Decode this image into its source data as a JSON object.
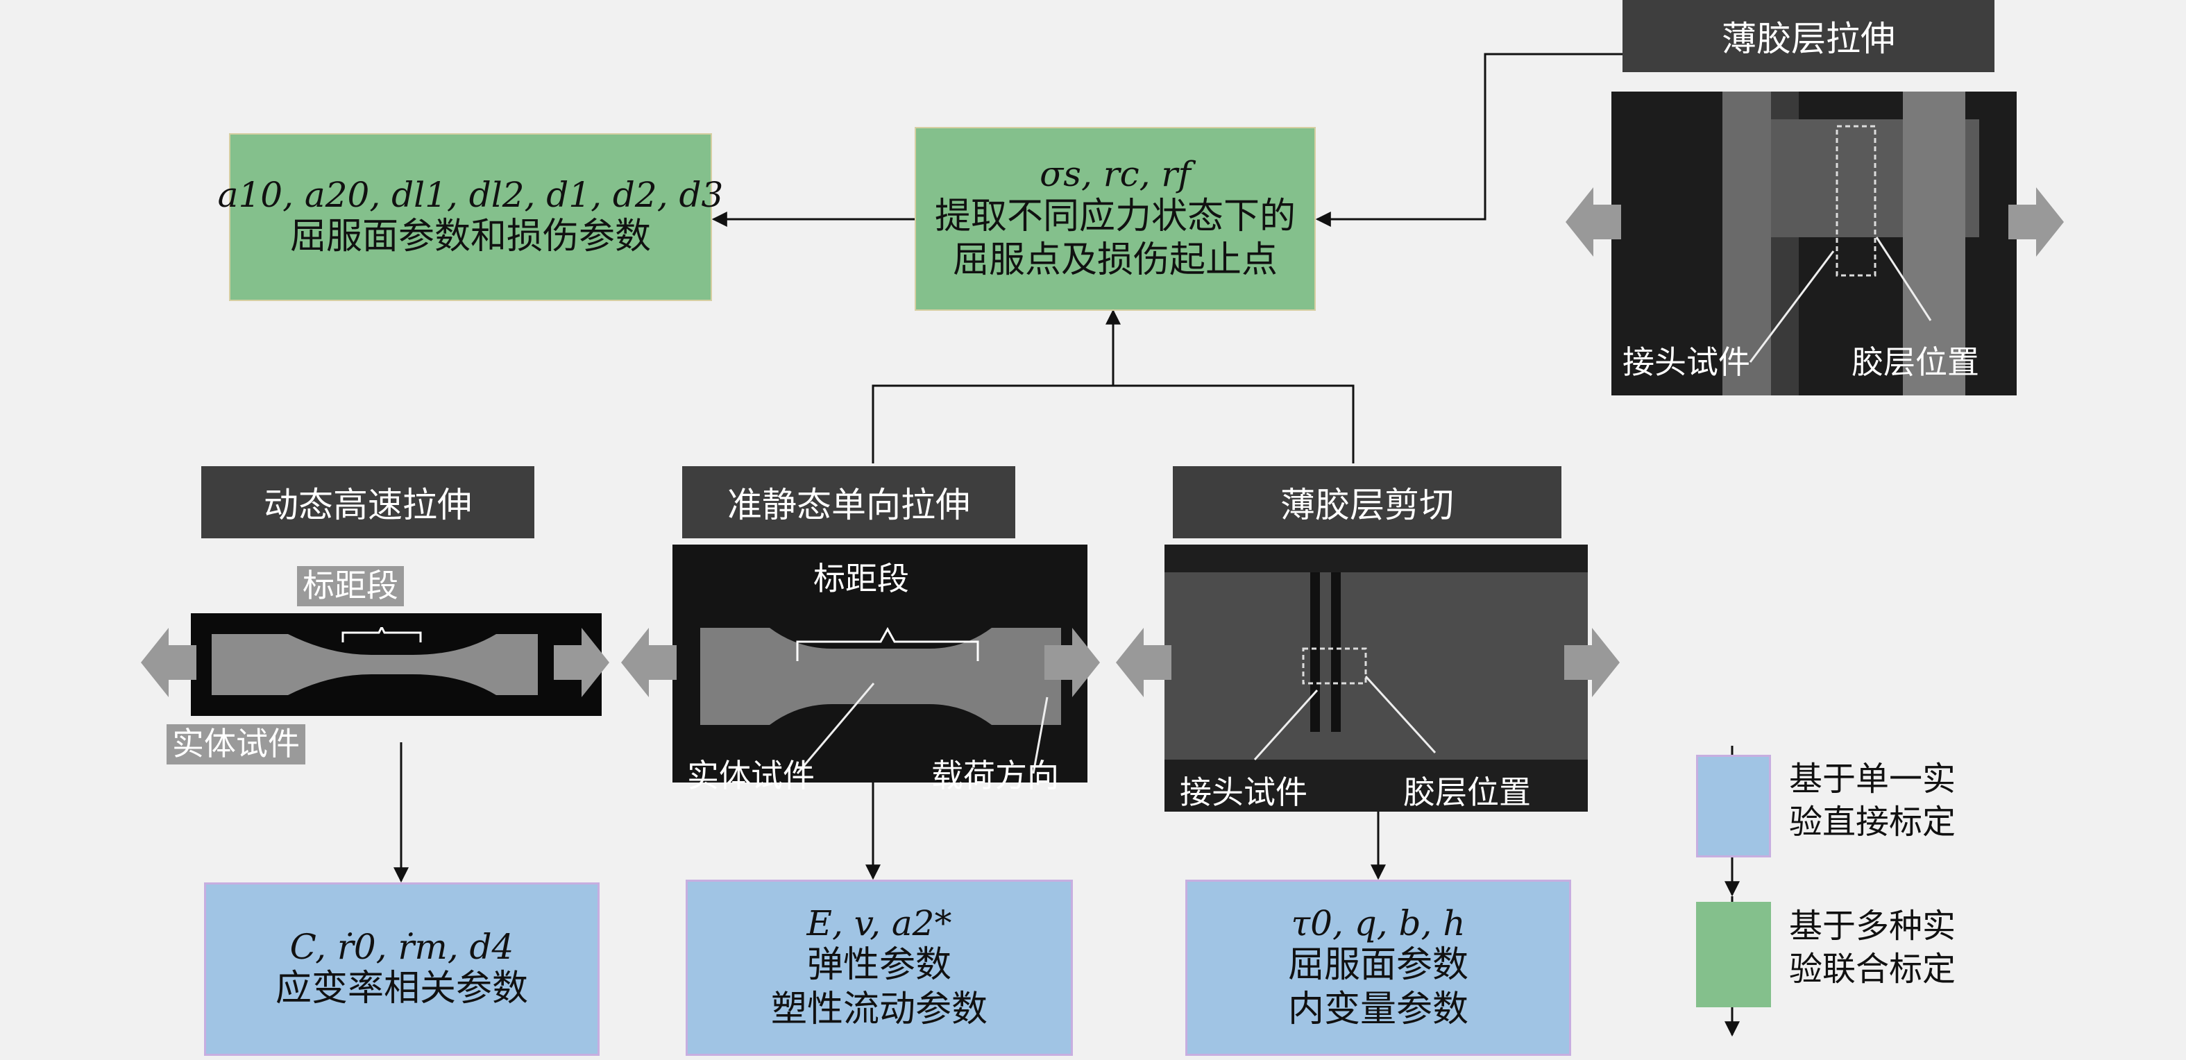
{
  "nodes": {
    "yield_damage_result": {
      "formula": "a10, a20, dl1, dl2, d1, d2, d3",
      "text": "屈服面参数和损伤参数"
    },
    "extract": {
      "formula": "σs, rc, rf",
      "text1": "提取不同应力状态下的",
      "text2": "屈服点及损伤起止点"
    },
    "strain_rate_params": {
      "formula": "C, ṙ0, ṙm, d4",
      "text": "应变率相关参数"
    },
    "elastic_plastic_params": {
      "formula": "E, v, a2*",
      "text1": "弹性参数",
      "text2": "塑性流动参数"
    },
    "shear_params": {
      "formula": "τ0, q, b, h",
      "text1": "屈服面参数",
      "text2": "内变量参数"
    }
  },
  "experiments": {
    "thin_tension": {
      "title": "薄胶层拉伸",
      "label_joint": "接头试件",
      "label_adhesive": "胶层位置"
    },
    "dynamic": {
      "title": "动态高速拉伸",
      "label_gauge": "标距段",
      "label_specimen": "实体试件"
    },
    "quasi_static": {
      "title": "准静态单向拉伸",
      "label_gauge": "标距段",
      "label_specimen": "实体试件",
      "label_load": "载荷方向"
    },
    "thin_shear": {
      "title": "薄胶层剪切",
      "label_joint": "接头试件",
      "label_adhesive": "胶层位置"
    }
  },
  "legend": {
    "single": {
      "line1": "基于单一实",
      "line2": "验直接标定"
    },
    "multi": {
      "line1": "基于多种实",
      "line2": "验联合标定"
    }
  },
  "colors": {
    "green": "#84c08c",
    "blue": "#a0c4e4",
    "header": "#3e3e3e",
    "blue_border": "#c7aee0"
  }
}
